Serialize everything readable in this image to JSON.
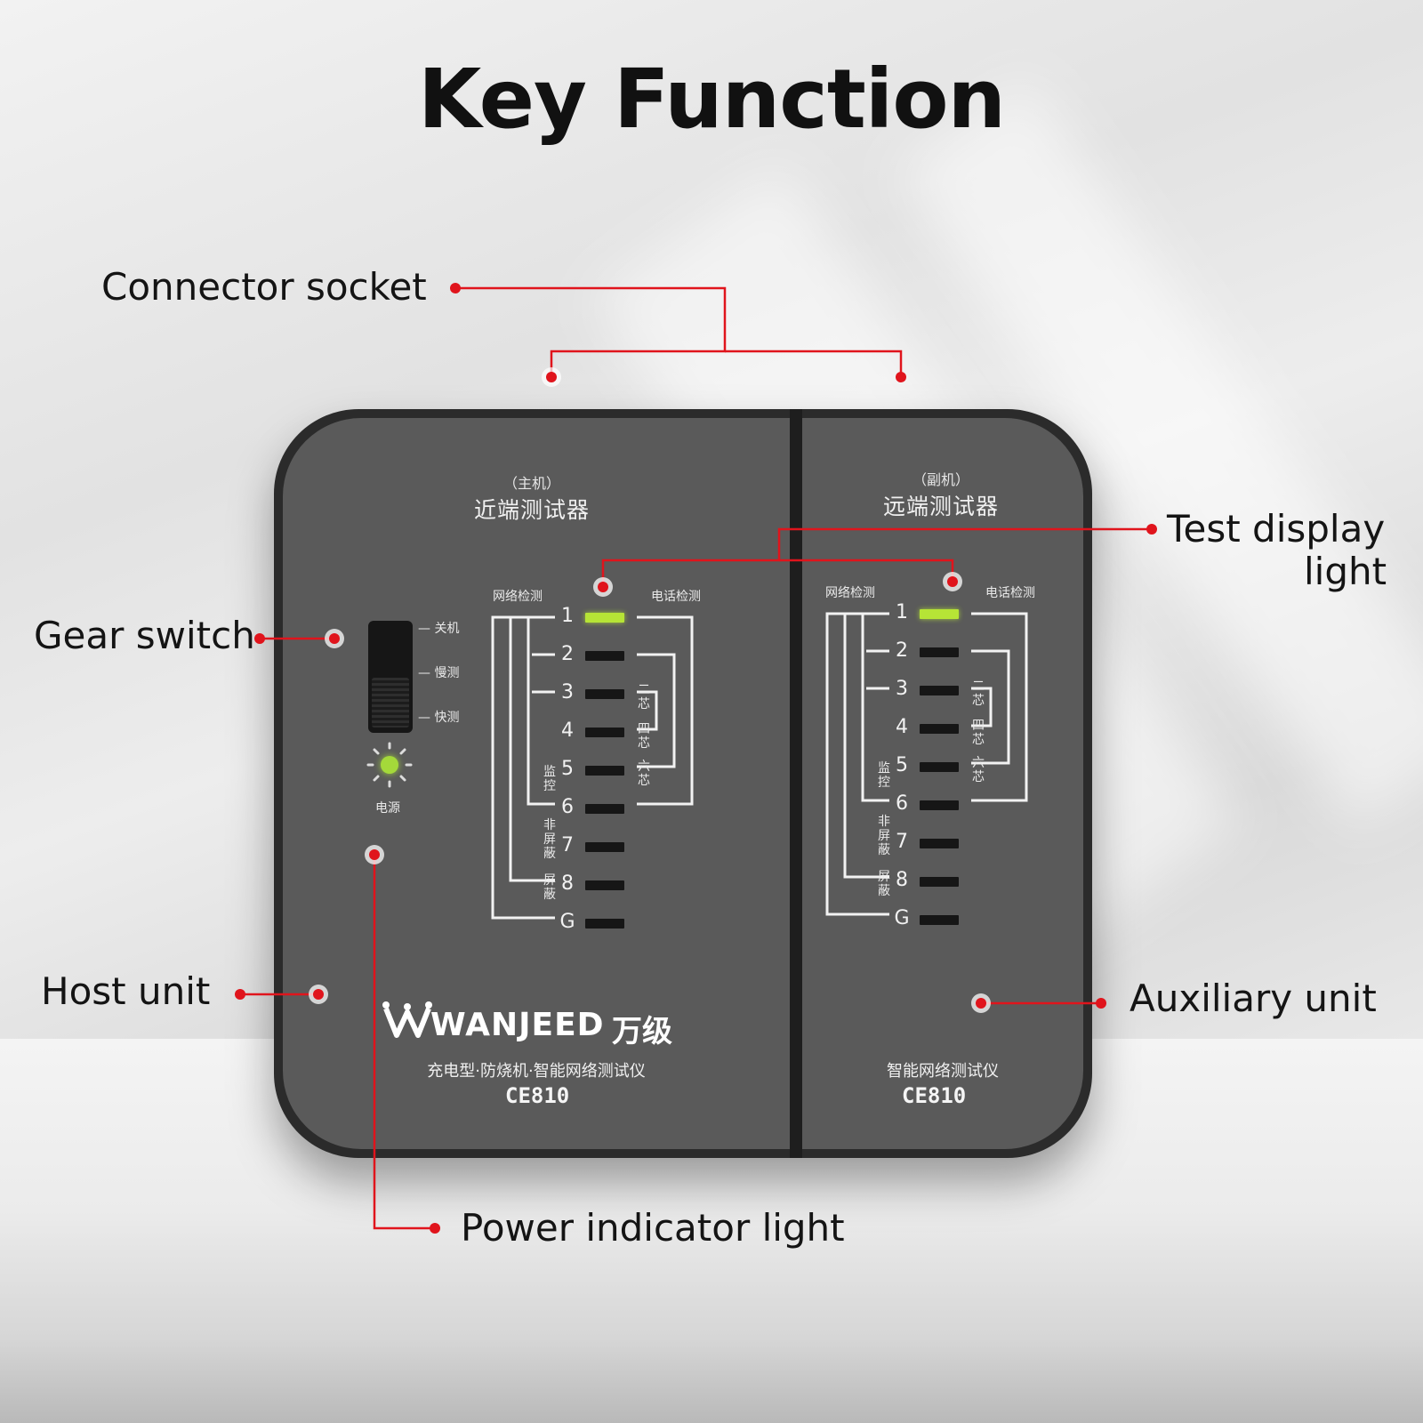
{
  "title": "Key Function",
  "callouts": {
    "connector_socket": "Connector socket",
    "test_display_light_line1": "Test display",
    "test_display_light_line2": "light",
    "gear_switch": "Gear switch",
    "host_unit": "Host unit",
    "auxiliary_unit": "Auxiliary unit",
    "power_indicator_light": "Power indicator light"
  },
  "colors": {
    "marker": "#e0141c",
    "device_body": "#5a5a5a",
    "led_active": "#b6e436"
  },
  "device": {
    "host": {
      "role": "（主机）",
      "name": "近端测试器",
      "network_test": "网络检测",
      "phone_test": "电话检测",
      "switch_positions": [
        "关机",
        "慢测",
        "快测"
      ],
      "power_label": "电源",
      "brand": "WANJEED",
      "brand_cn": "万级",
      "tagline": "充电型·防烧机·智能网络测试仪",
      "model": "CE810"
    },
    "aux": {
      "role": "（副机）",
      "name": "远端测试器",
      "network_test": "网络检测",
      "phone_test": "电话检测",
      "tagline": "智能网络测试仪",
      "model": "CE810"
    },
    "pins": [
      "1",
      "2",
      "3",
      "4",
      "5",
      "6",
      "7",
      "8",
      "G"
    ],
    "active_pin": "1",
    "side_labels": {
      "monitor": "监控",
      "unshielded": "非屏蔽",
      "shielded": "屏蔽",
      "two_core": "二芯",
      "four_core": "四芯",
      "six_core": "六芯"
    }
  }
}
